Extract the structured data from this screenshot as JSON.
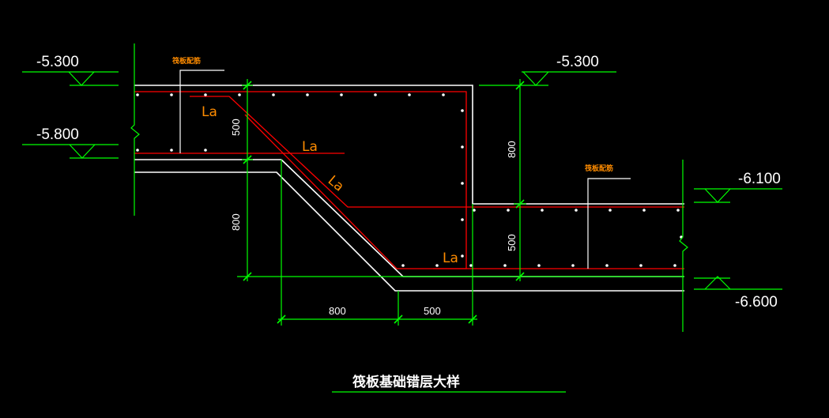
{
  "colors": {
    "background": "#000000",
    "dimension": "#00ff00",
    "concrete": "#ffffff",
    "rebar": "#ff0000",
    "annotation": "#ff8c00"
  },
  "elevations": {
    "top_left": "-5.300",
    "top_right": "-5.300",
    "mid_left": "-5.800",
    "right_top": "-6.100",
    "right_bottom": "-6.600"
  },
  "anchor_labels": {
    "la_1": "La",
    "la_2": "La",
    "la_3": "La",
    "la_4": "La"
  },
  "notes": {
    "left_note": "筏板配筋",
    "right_note": "筏板配筋"
  },
  "dimensions": {
    "d_500_left": "500",
    "d_800_left": "800",
    "d_800_right": "800",
    "d_500_right": "500",
    "d_800_bottom": "800",
    "d_500_bottom": "500"
  },
  "title": "筏板基础错层大样"
}
